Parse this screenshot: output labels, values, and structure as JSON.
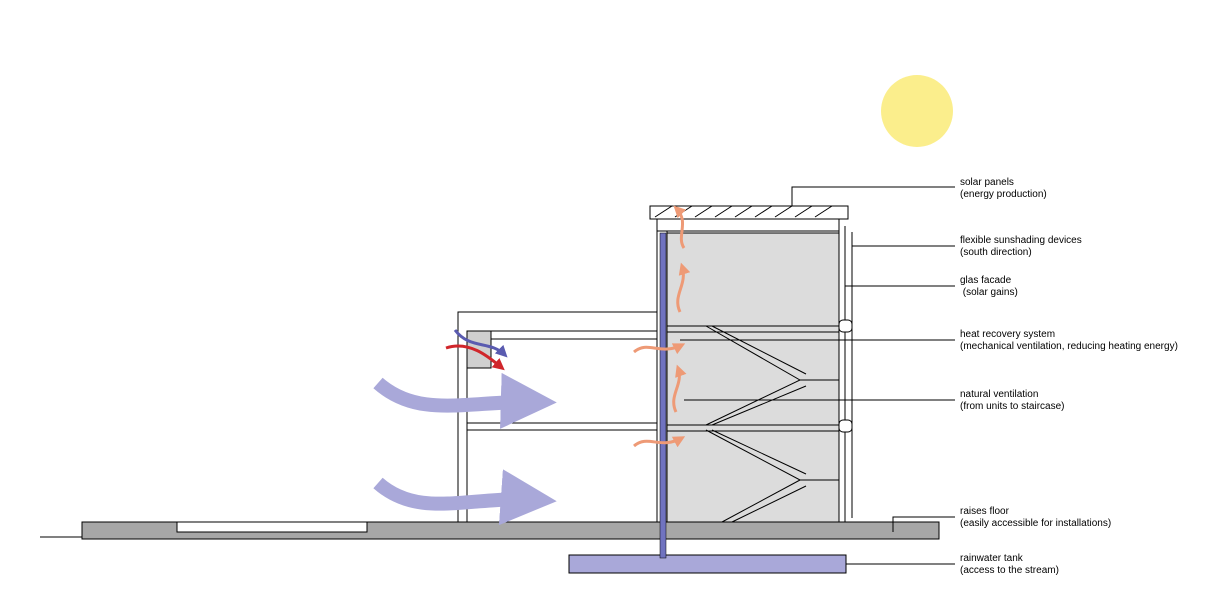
{
  "colors": {
    "sun": "#fbee8c",
    "cool_air": "#a9a8d9",
    "warm_air": "#ee9a76",
    "hot_exhaust": "#d0262b",
    "cool_exhaust": "#5a5bb0",
    "stair_core": "#dcdcdc",
    "ground": "#a7a7a7",
    "rainwater": "#a9a8d9",
    "pipe": "#7073c0"
  },
  "labels": [
    {
      "id": "solar-panels",
      "line1": "solar panels",
      "line2": "(energy production)"
    },
    {
      "id": "sunshading",
      "line1": "flexible sunshading devices",
      "line2": "(south direction)"
    },
    {
      "id": "glas-facade",
      "line1": "glas facade",
      "line2": " (solar gains)"
    },
    {
      "id": "heat-recovery",
      "line1": "heat recovery system",
      "line2": "(mechanical ventilation, reducing heating energy)"
    },
    {
      "id": "natural-ventilation",
      "line1": "natural ventilation",
      "line2": "(from units to staircase)"
    },
    {
      "id": "raised-floor",
      "line1": "raises floor",
      "line2": "(easily accessible for installations)"
    },
    {
      "id": "rainwater-tank",
      "line1": "rainwater tank",
      "line2": "(access to the stream)"
    }
  ]
}
